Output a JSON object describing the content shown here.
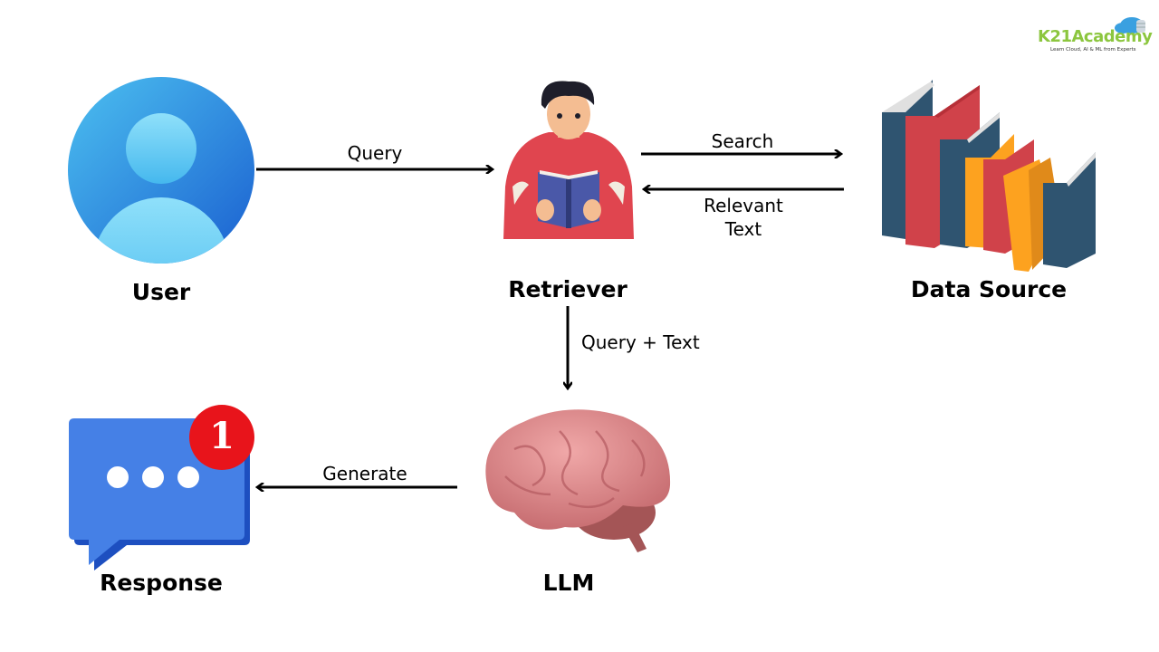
{
  "logo": {
    "brand": "K21Academy",
    "tagline": "Learn Cloud, AI & ML from Experts",
    "brand_color": "#8cc63f",
    "icon": "cloud-database-icon"
  },
  "nodes": {
    "user": {
      "label": "User",
      "icon": "user-avatar-icon"
    },
    "retriever": {
      "label": "Retriever",
      "icon": "person-reading-book-icon"
    },
    "data_source": {
      "label": "Data Source",
      "icon": "books-icon"
    },
    "llm": {
      "label": "LLM",
      "icon": "brain-icon"
    },
    "response": {
      "label": "Response",
      "icon": "chat-bubble-icon",
      "badge": "1"
    }
  },
  "edges": {
    "user_to_retriever": {
      "label": "Query",
      "from": "User",
      "to": "Retriever"
    },
    "retriever_to_data": {
      "label": "Search",
      "from": "Retriever",
      "to": "Data Source"
    },
    "data_to_retriever": {
      "label_line1": "Relevant",
      "label_line2": "Text",
      "from": "Data Source",
      "to": "Retriever"
    },
    "retriever_to_llm": {
      "label": "Query + Text",
      "from": "Retriever",
      "to": "LLM"
    },
    "llm_to_response": {
      "label": "Generate",
      "from": "LLM",
      "to": "Response"
    }
  },
  "colors": {
    "user_blue": "#2f8fe0",
    "chat_blue": "#4580e6",
    "badge_red": "#e8141b",
    "sweater_red": "#e0454f",
    "book_navy": "#2f5470",
    "book_red": "#d0424a",
    "book_orange": "#fda21f",
    "brain_pink": "#d98585"
  }
}
